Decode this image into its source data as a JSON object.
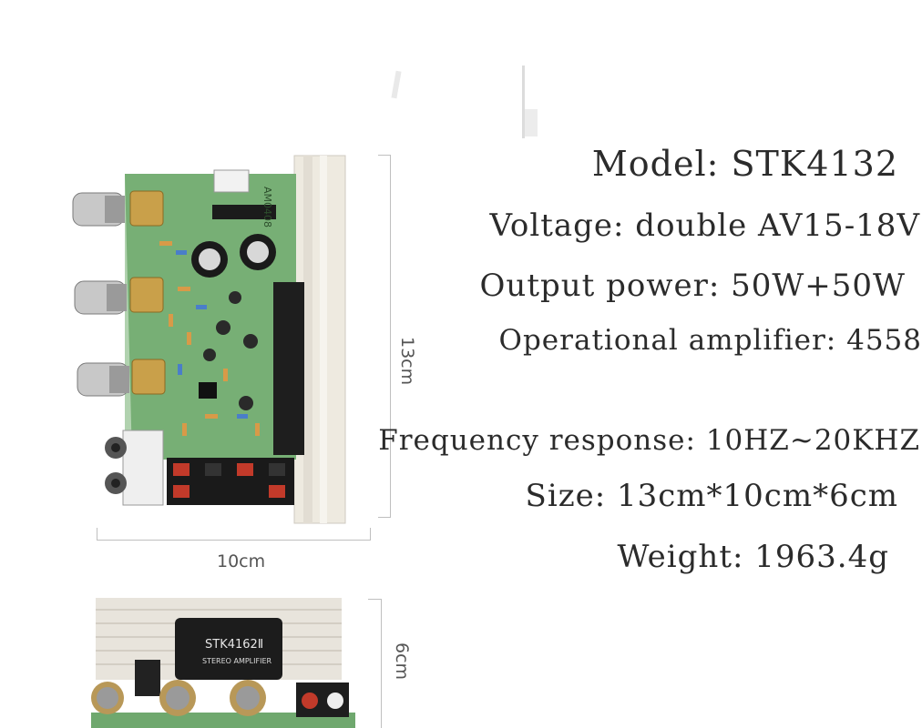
{
  "specs": {
    "model": "Model: STK4132",
    "voltage": "Voltage: double AV15-18V",
    "output_power": "Output power: 50W+50W",
    "op_amp": "Operational amplifier: 4558",
    "frequency": "Frequency response: 10HZ~20KHZ",
    "size": "Size: 13cm*10cm*6cm",
    "weight": "Weight: 1963.4g"
  },
  "dimensions": {
    "height": "13cm",
    "width": "10cm",
    "depth": "6cm"
  },
  "board": {
    "pcb_code": "AM0408",
    "chip_label": "STK4162Ⅱ",
    "chip_sublabel": "STEREO AMPLIFIER"
  }
}
